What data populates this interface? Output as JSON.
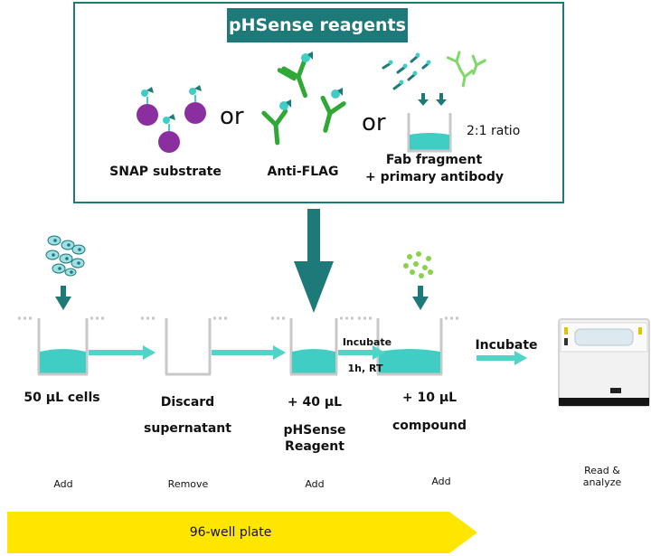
{
  "header": {
    "title": "pHSense reagents"
  },
  "reagents": {
    "snap_label": "SNAP substrate",
    "or_1": "or",
    "antiflag_label": "Anti-FLAG",
    "or_2": "or",
    "fab_label_line1": "Fab fragment",
    "fab_label_line2": "+ primary antibody",
    "ratio_label": "2:1 ratio"
  },
  "steps": [
    {
      "label_1": "50 µL cells",
      "label_2": "",
      "action": "Add"
    },
    {
      "label_1": "Discard",
      "label_2": "supernatant",
      "action": "Remove"
    },
    {
      "label_1": "+ 40 µL",
      "label_2": "pHSense",
      "label_3": "Reagent",
      "action": "Add"
    },
    {
      "label_1": "+ 10 µL",
      "label_2": "compound",
      "action": "Add"
    }
  ],
  "incubate_1": {
    "label": "Incubate",
    "condition": "1h, RT"
  },
  "incubate_2": {
    "label": "Incubate"
  },
  "reader": {
    "action_line1": "Read &",
    "action_line2": "analyze"
  },
  "plate_banner": {
    "label": "96-well plate"
  },
  "colors": {
    "teal_dark": "#1d7a78",
    "teal_liquid": "#3fcdc4",
    "arrow_teal": "#4fd4c8",
    "purple": "#8b2fa0",
    "antibody_green": "#2fa836",
    "compound_green": "#8ad24a",
    "banner_yellow": "#ffe600"
  }
}
